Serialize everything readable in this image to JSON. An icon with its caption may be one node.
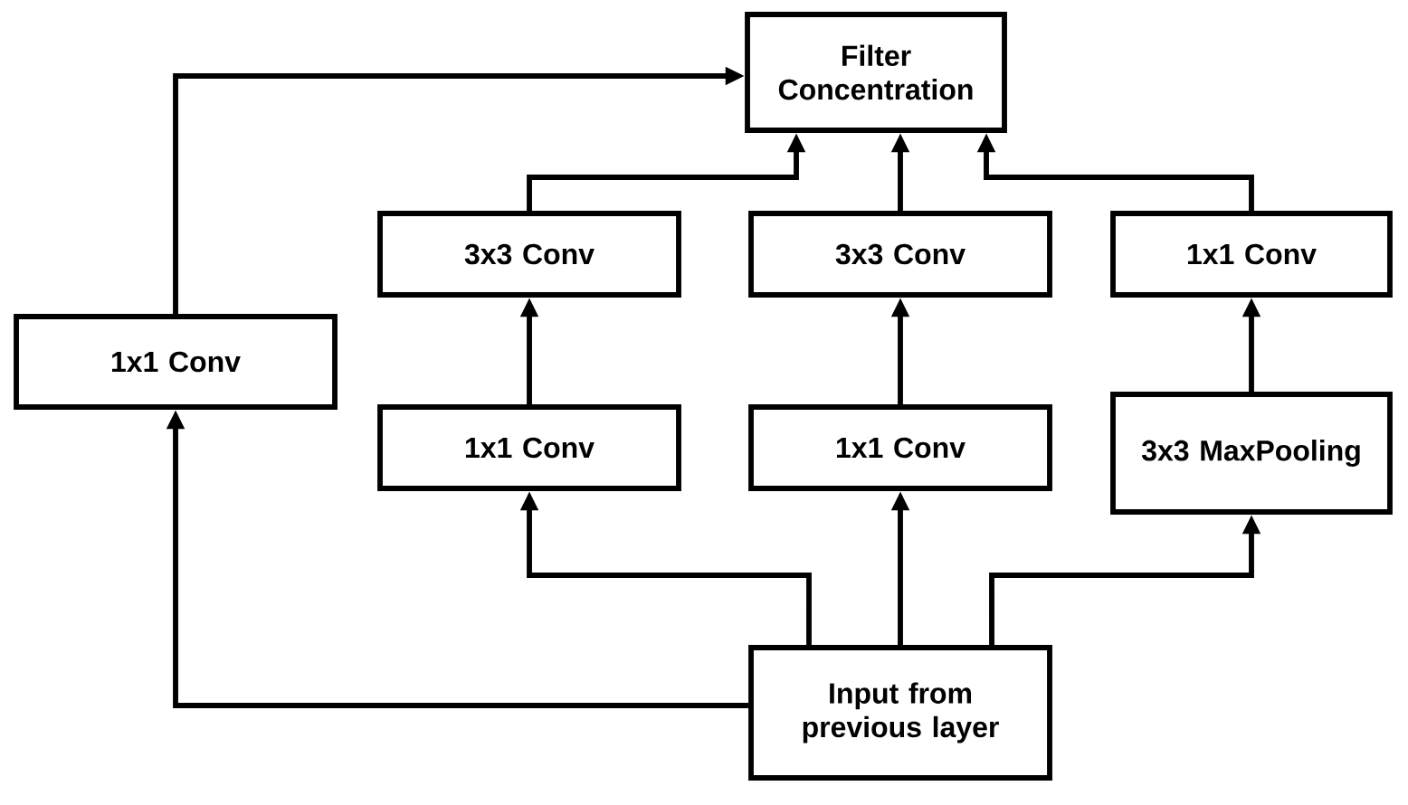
{
  "diagram": {
    "nodes": [
      {
        "text": [
          "Filter Concentration"
        ]
      },
      {
        "text": [
          "1x1 Conv"
        ]
      },
      {
        "text": [
          "3x3 Conv"
        ]
      },
      {
        "text": [
          "3x3 Conv"
        ]
      },
      {
        "text": [
          "1x1 Conv"
        ]
      },
      {
        "text": [
          "1x1 Conv"
        ]
      },
      {
        "text": [
          "1x1 Conv"
        ]
      },
      {
        "text": [
          "3x3 MaxPooling"
        ]
      },
      {
        "text": [
          "Input from previous layer"
        ]
      }
    ],
    "edges": [
      {
        "from": 8,
        "to": 1,
        "arrow": "to"
      },
      {
        "from": 8,
        "to": 5,
        "arrow": "to"
      },
      {
        "from": 8,
        "to": 6,
        "arrow": "to"
      },
      {
        "from": 8,
        "to": 7,
        "arrow": "to"
      },
      {
        "from": 5,
        "to": 2,
        "arrow": "to"
      },
      {
        "from": 6,
        "to": 3,
        "arrow": "to"
      },
      {
        "from": 7,
        "to": 4,
        "arrow": "to"
      },
      {
        "from": 1,
        "to": 0,
        "arrow": "to"
      },
      {
        "from": 2,
        "to": 0,
        "arrow": "to"
      },
      {
        "from": 3,
        "to": 0,
        "arrow": "to"
      },
      {
        "from": 4,
        "to": 0,
        "arrow": "to"
      }
    ]
  }
}
